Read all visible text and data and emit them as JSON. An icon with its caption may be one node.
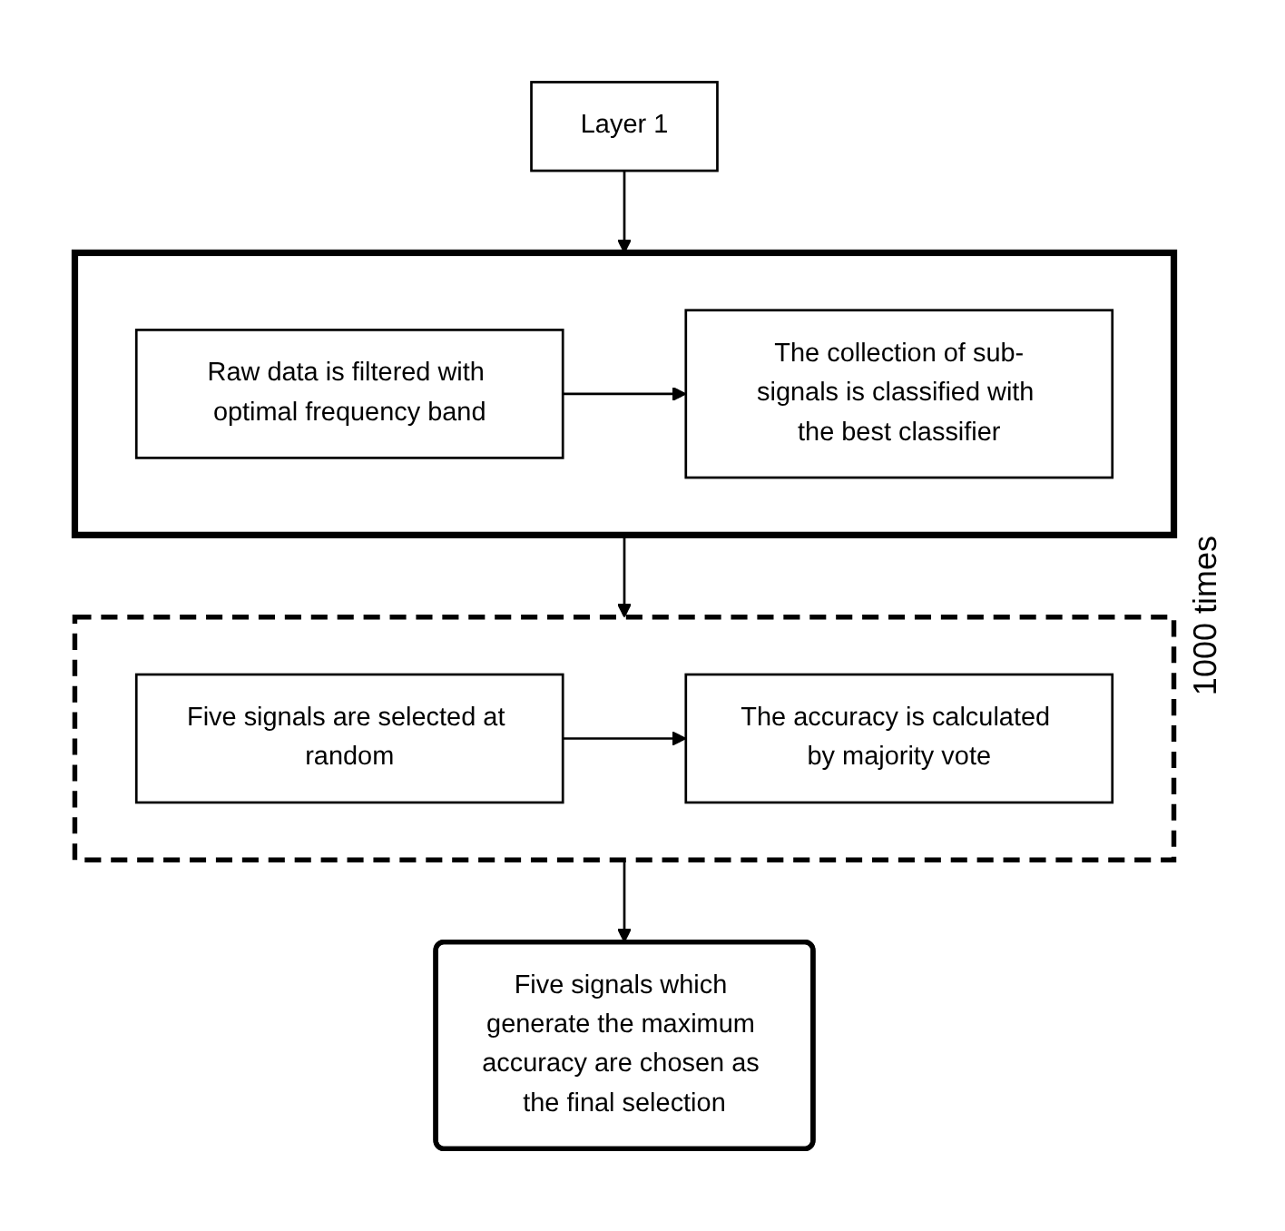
{
  "diagram": {
    "nodes": [
      {
        "text": [
          "Layer 1"
        ]
      },
      {
        "text": [],
        "shape": "box"
      },
      {
        "text": [
          "Raw data is filtered with optimal frequency band"
        ],
        "in": 1
      },
      {
        "text": [
          "The collection of sub-signals is classified with the best classifier"
        ],
        "in": 1
      },
      {
        "text": [],
        "shape": "box",
        "beside": [
          "1000 times"
        ]
      },
      {
        "text": [
          "Five signals are selected at random"
        ],
        "in": 4
      },
      {
        "text": [
          "The accuracy is calculated by majority vote"
        ],
        "in": 4
      },
      {
        "text": [
          "Five signals which generate the maximum accuracy are chosen as the final selection"
        ]
      }
    ],
    "edges": [
      {
        "from": 0,
        "to": 1,
        "arrow": "to"
      },
      {
        "from": 2,
        "to": 3,
        "arrow": "to"
      },
      {
        "from": 1,
        "to": 4,
        "arrow": "to"
      },
      {
        "from": 5,
        "to": 6,
        "arrow": "to"
      },
      {
        "from": 4,
        "to": 7,
        "arrow": "to"
      }
    ]
  }
}
